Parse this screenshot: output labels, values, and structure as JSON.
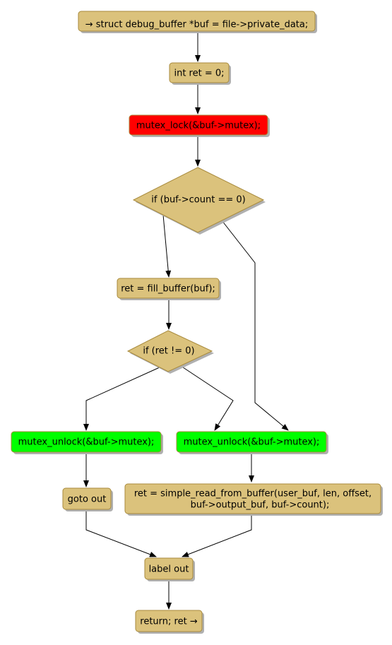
{
  "colors": {
    "action_fill": "#dbc27c",
    "action_stroke": "#a88a3c",
    "lock_fill": "#ff0000",
    "unlock_fill": "#00ff00",
    "edge": "#000000",
    "shadow": "#b0b0b0"
  },
  "nodes": {
    "start": "→ struct debug_buffer *buf = file->private_data;",
    "init_ret": "int ret = 0;",
    "lock": "mutex_lock(&buf->mutex);",
    "cond_count": "if (buf->count == 0)",
    "fill": "ret = fill_buffer(buf);",
    "cond_ret": "if (ret != 0)",
    "unlock_left": "mutex_unlock(&buf->mutex);",
    "unlock_right": "mutex_unlock(&buf->mutex);",
    "goto_out": "goto out",
    "read_line1": "ret = simple_read_from_buffer(user_buf, len, offset,",
    "read_line2": "buf->output_buf, buf->count);",
    "label_out": "label out",
    "ret_node": "return; ret →"
  }
}
